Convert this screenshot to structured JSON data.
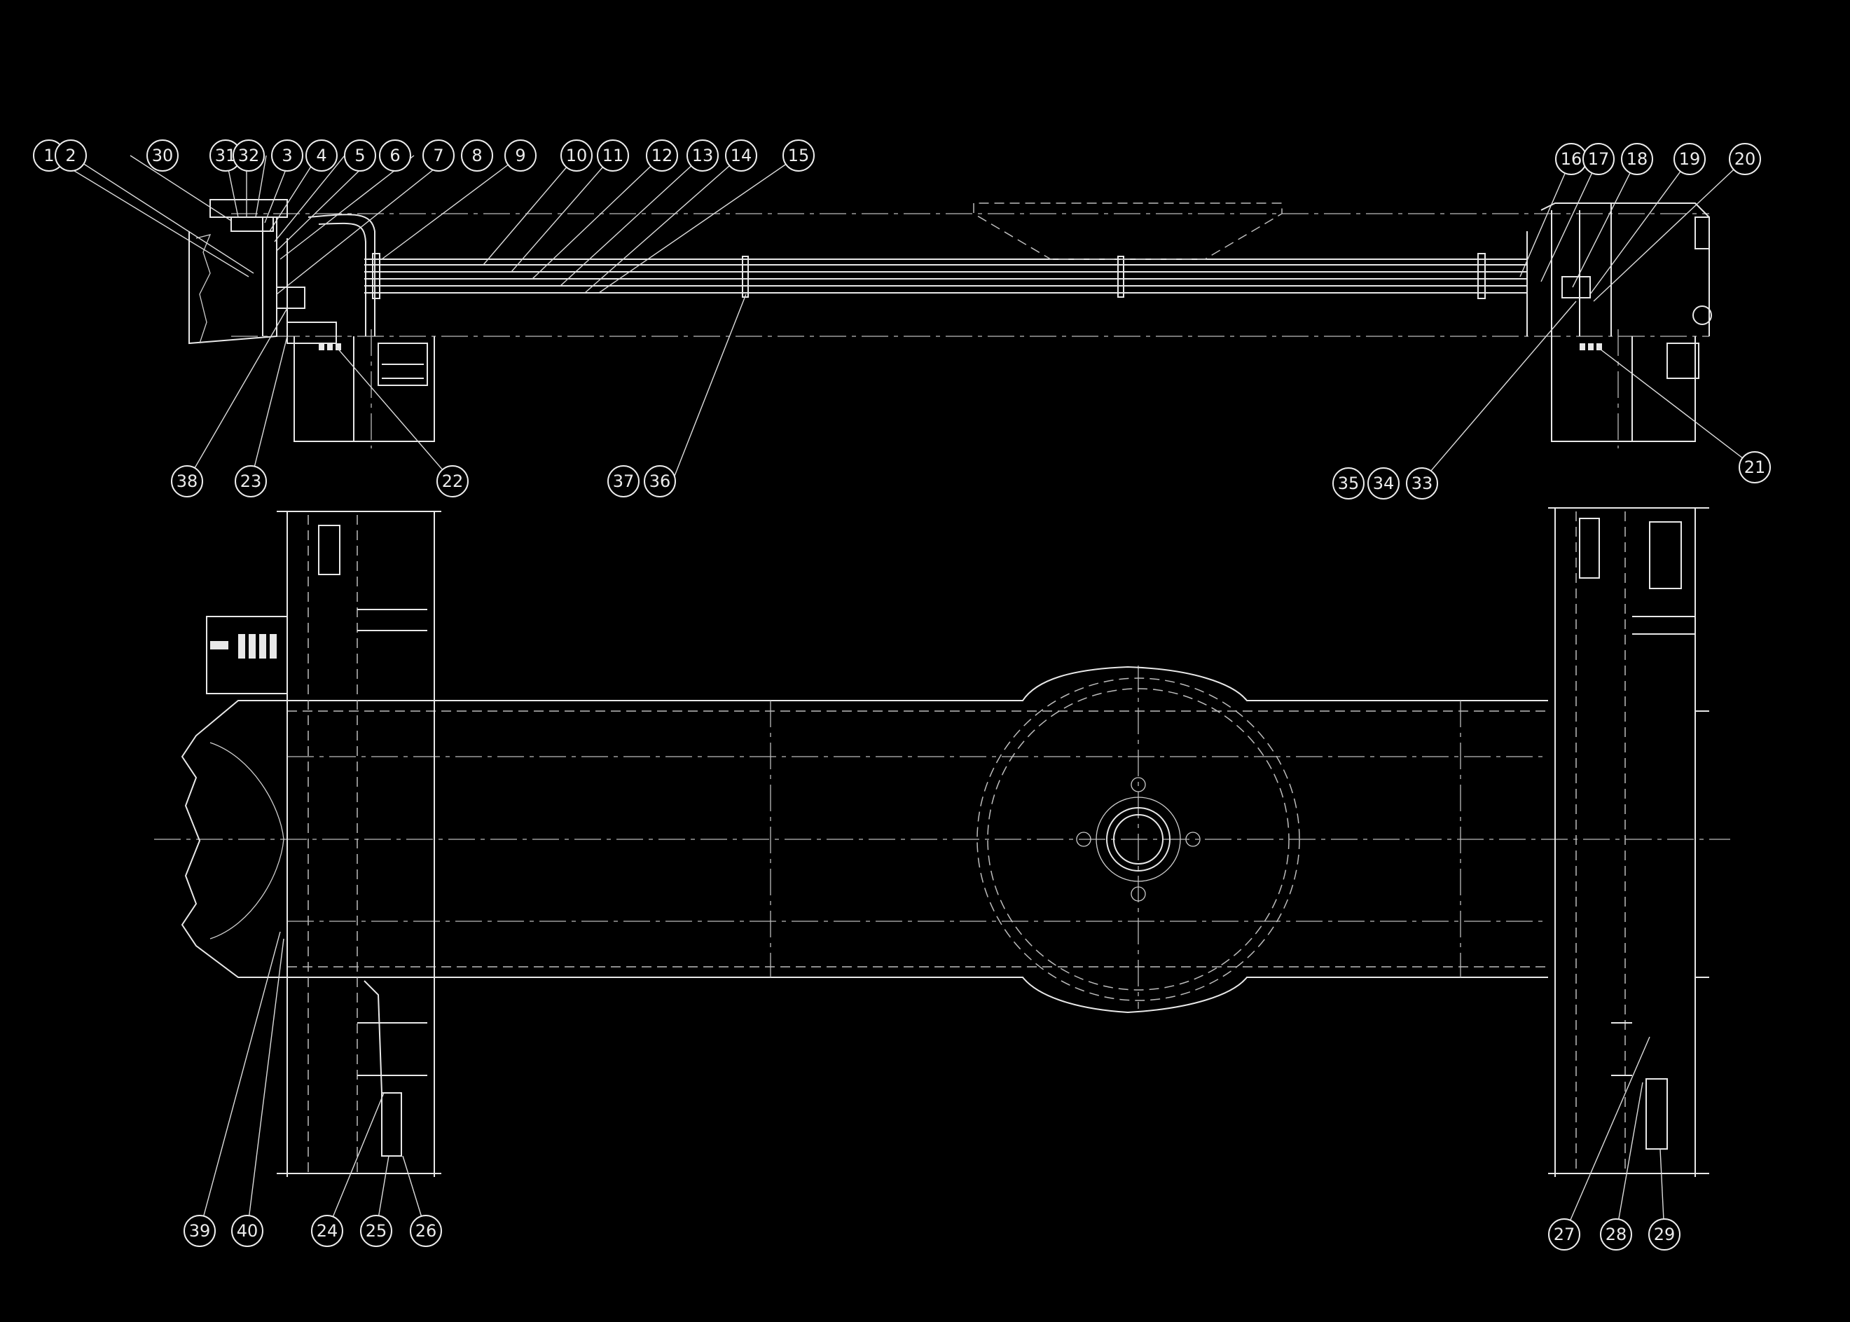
{
  "drawing": {
    "background": "#000000",
    "line_color": "#e8e8e8",
    "callouts": [
      {
        "label": "1"
      },
      {
        "label": "2"
      },
      {
        "label": "30"
      },
      {
        "label": "31"
      },
      {
        "label": "32"
      },
      {
        "label": "3"
      },
      {
        "label": "4"
      },
      {
        "label": "5"
      },
      {
        "label": "6"
      },
      {
        "label": "7"
      },
      {
        "label": "8"
      },
      {
        "label": "9"
      },
      {
        "label": "10"
      },
      {
        "label": "11"
      },
      {
        "label": "12"
      },
      {
        "label": "13"
      },
      {
        "label": "14"
      },
      {
        "label": "15"
      },
      {
        "label": "16"
      },
      {
        "label": "17"
      },
      {
        "label": "18"
      },
      {
        "label": "19"
      },
      {
        "label": "20"
      },
      {
        "label": "38"
      },
      {
        "label": "23"
      },
      {
        "label": "22"
      },
      {
        "label": "37"
      },
      {
        "label": "36"
      },
      {
        "label": "35"
      },
      {
        "label": "34"
      },
      {
        "label": "33"
      },
      {
        "label": "21"
      },
      {
        "label": "39"
      },
      {
        "label": "40"
      },
      {
        "label": "24"
      },
      {
        "label": "25"
      },
      {
        "label": "26"
      },
      {
        "label": "27"
      },
      {
        "label": "28"
      },
      {
        "label": "29"
      }
    ]
  }
}
